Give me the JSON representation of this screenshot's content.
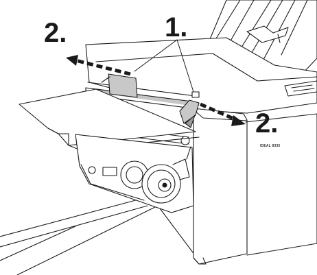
{
  "labels": {
    "step_one": "1.",
    "step_two_left": "2.",
    "step_two_right": "2."
  },
  "machine": {
    "brand_text": "IDEAL 8335"
  },
  "colors": {
    "line": "#1a1a1a",
    "fill": "#ffffff",
    "shade": "#c8c8c8",
    "dark_shade": "#9a9a9a"
  }
}
